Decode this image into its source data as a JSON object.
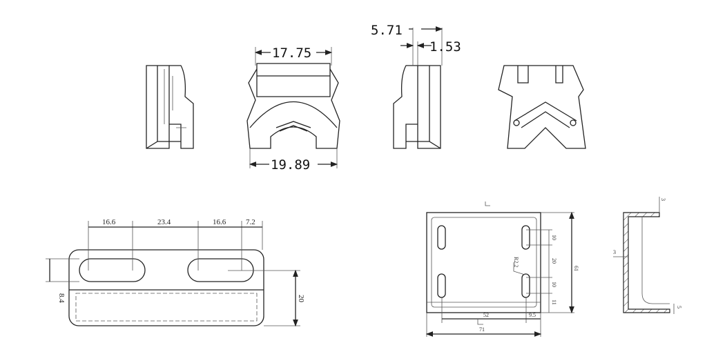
{
  "top_views": {
    "dim_5_71": "5.71",
    "dim_1_53": "1.53",
    "dim_17_75": "17.75",
    "dim_19_89": "19.89"
  },
  "bracket_front": {
    "dims_top": [
      "16.6",
      "23.4",
      "16.6",
      "7.2"
    ],
    "dim_left": "8.4",
    "dim_right": "20"
  },
  "plate_view": {
    "dim_slot_upper": "10",
    "dim_gap": "20",
    "dim_slot_lower": "10",
    "dim_bottom": "11",
    "dim_height": "61",
    "radius": "R2.2",
    "dim_52": "52",
    "dim_9_5": "9.5",
    "dim_71": "71"
  },
  "section_view": {
    "dim_top": "3",
    "dim_wall": "3",
    "dim_bottom": "5"
  }
}
